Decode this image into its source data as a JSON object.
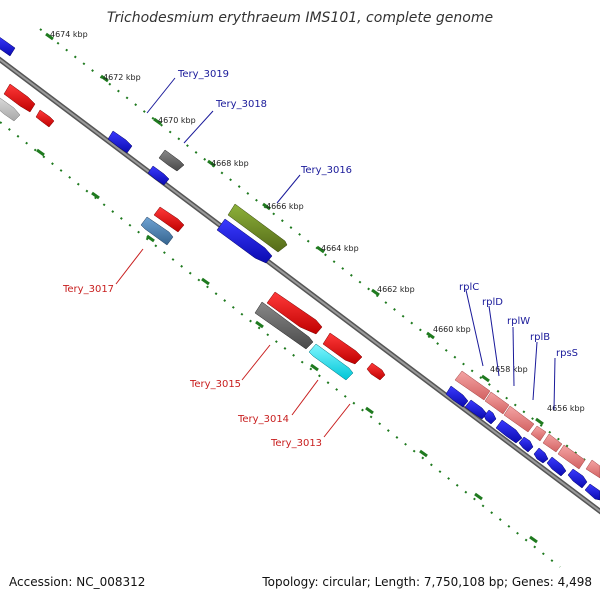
{
  "title": "Trichodesmium erythraeum IMS101, complete genome",
  "footer": {
    "accession": "Accession: NC_008312",
    "topology": "Topology: circular; Length: 7,750,108 bp; Genes: 4,498"
  },
  "ticks": [
    "4674 kbp",
    "4672 kbp",
    "4670 kbp",
    "4668 kbp",
    "4666 kbp",
    "4664 kbp",
    "4662 kbp",
    "4660 kbp",
    "4658 kbp",
    "4656 kbp"
  ],
  "gene_labels": {
    "tery_3019": "Tery_3019",
    "tery_3018": "Tery_3018",
    "tery_3016": "Tery_3016",
    "tery_3017": "Tery_3017",
    "tery_3015": "Tery_3015",
    "tery_3014": "Tery_3014",
    "tery_3013": "Tery_3013",
    "rplC": "rplC",
    "rplD": "rplD",
    "rplW": "rplW",
    "rplB": "rplB",
    "rpsS": "rpsS"
  },
  "colors": {
    "backbone": "#777777",
    "tick_dots": "#1f7a1f",
    "blue_gene": "#1414d2",
    "red_gene": "#e01010",
    "grey_gene": "#666666",
    "olive_gene": "#6b8e23",
    "steelblue_gene": "#4682b4",
    "cyan_gene": "#00e5f0",
    "pink_gene": "#e77b7b",
    "label_blue": "#1a1a9a",
    "label_red": "#c81e1e"
  }
}
